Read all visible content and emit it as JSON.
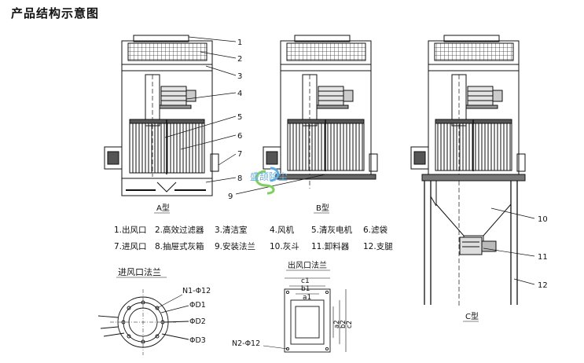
{
  "title": "产品结构示意图",
  "watermark": "盛颉除尘",
  "types": {
    "a": "A型",
    "b": "B型",
    "c": "C型"
  },
  "callouts": [
    "1",
    "2",
    "3",
    "4",
    "5",
    "6",
    "7",
    "8",
    "9",
    "10",
    "11",
    "12"
  ],
  "legend": {
    "row1": [
      "1.出风口",
      "2.高效过滤器",
      "3.清洁室",
      "4.风机",
      "5.清灰电机",
      "6.滤袋"
    ],
    "row2": [
      "7.进风口",
      "8.抽屉式灰箱",
      "9.安装法兰",
      "10.灰斗",
      "11.卸料器",
      "12.支腿"
    ]
  },
  "inlet_flange": {
    "title": "进风口法兰",
    "labels": {
      "holes": "N1-Φ12",
      "d1": "ΦD1",
      "d2": "ΦD2",
      "d3": "ΦD3"
    }
  },
  "outlet_flange": {
    "title": "出风口法兰",
    "labels": {
      "c1": "c1",
      "b1": "b1",
      "a1": "a1",
      "a2": "a2",
      "b2": "b2",
      "c2": "c2",
      "holes": "N2-Φ12"
    }
  }
}
